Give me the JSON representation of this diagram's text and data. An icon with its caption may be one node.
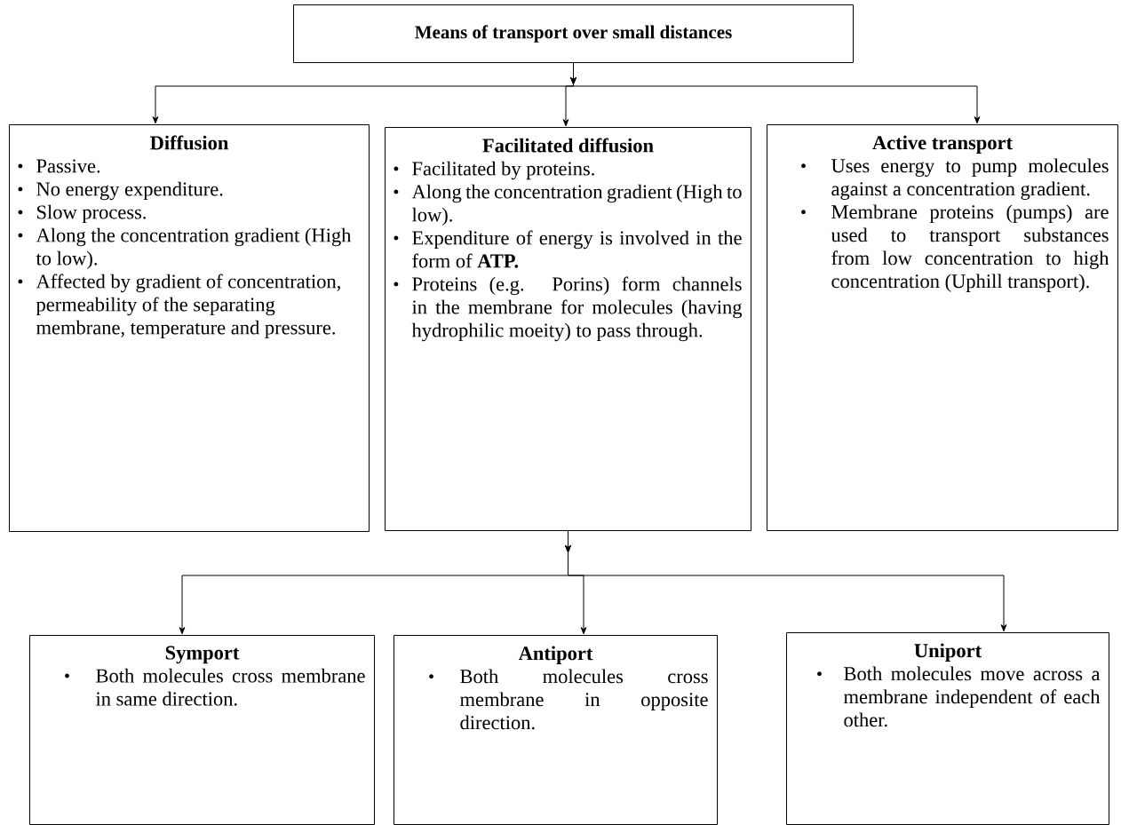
{
  "diagram": {
    "nodes": [
      {
        "text": [
          "Means of transport over small distances"
        ]
      },
      {
        "text": [
          "Diffusion",
          "Passive.",
          "No energy expenditure.",
          "Slow process.",
          "Along the concentration gradient (High to low).",
          "Affected by gradient of concentration, permeability of the separating membrane, temperature and pressure."
        ]
      },
      {
        "text": [
          "Facilitated diffusion",
          "Facilitated by proteins.",
          "Along the concentration gradient (High to low).",
          "Expenditure of energy is involved in the form of **ATP.**",
          "Proteins (e.g. Porins) form channels in the membrane for molecules (having hydrophilic moeity) to pass through."
        ]
      },
      {
        "text": [
          "Active transport",
          "Uses energy to pump molecules against a concentration gradient.",
          "Membrane proteins (pumps) are used to transport substances from low concentration to high concentration (Uphill transport)."
        ]
      },
      {
        "text": [
          "Symport",
          "Both molecules cross membrane in same direction."
        ]
      },
      {
        "text": [
          "Antiport",
          "Both molecules cross membrane in opposite direction."
        ]
      },
      {
        "text": [
          "Uniport",
          "Both molecules move across a membrane independent of each other."
        ]
      }
    ],
    "edges": [
      {
        "from": 0,
        "to": 1,
        "arrow": "to"
      },
      {
        "from": 0,
        "to": 2,
        "arrow": "to"
      },
      {
        "from": 0,
        "to": 3,
        "arrow": "to"
      },
      {
        "from": 2,
        "to": 4,
        "arrow": "to"
      },
      {
        "from": 2,
        "to": 5,
        "arrow": "to"
      },
      {
        "from": 2,
        "to": 6,
        "arrow": "to"
      }
    ]
  }
}
